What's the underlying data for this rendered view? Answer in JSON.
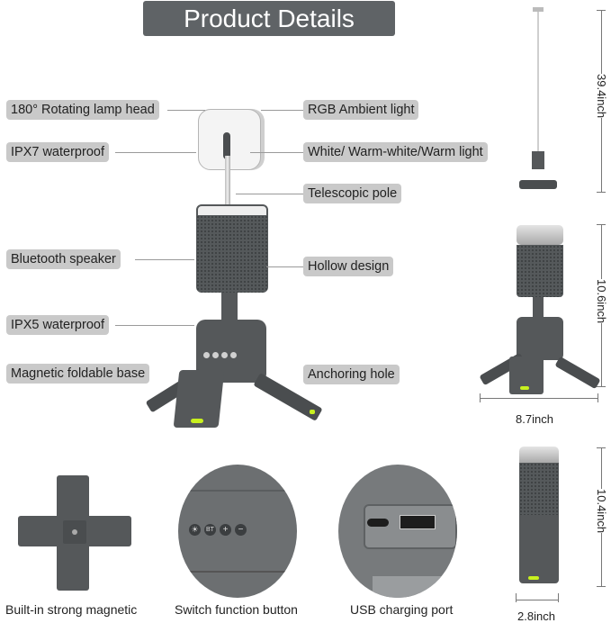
{
  "header": {
    "title": "Product Details"
  },
  "callouts": {
    "left": [
      {
        "label": "180° Rotating lamp head"
      },
      {
        "label": "IPX7 waterproof"
      },
      {
        "label": "Bluetooth speaker"
      },
      {
        "label": "IPX5 waterproof"
      },
      {
        "label": "Magnetic foldable base"
      }
    ],
    "right": [
      {
        "label": "RGB Ambient light"
      },
      {
        "label": "White/ Warm-white/Warm light"
      },
      {
        "label": "Telescopic pole"
      },
      {
        "label": "Hollow design"
      },
      {
        "label": "Anchoring hole"
      }
    ]
  },
  "dimensions": {
    "extended_height": "39.4inch",
    "standing_height": "10.6inch",
    "base_width": "8.7inch",
    "folded_height": "10.4inch",
    "folded_width": "2.8inch"
  },
  "detail_images": [
    {
      "caption": "Built-in  strong magnetic",
      "icon": "magnetic-base-icon"
    },
    {
      "caption": "Switch function button",
      "icon": "function-buttons-icon",
      "buttons": [
        "☀",
        "BT",
        "+",
        "−"
      ]
    },
    {
      "caption": "USB charging port",
      "icon": "usb-port-icon"
    }
  ],
  "colors": {
    "title_bg": "#5f6366",
    "label_bg": "#c9c9c9",
    "product_gray": "#55585a",
    "accent_lime": "#c8f01e"
  }
}
